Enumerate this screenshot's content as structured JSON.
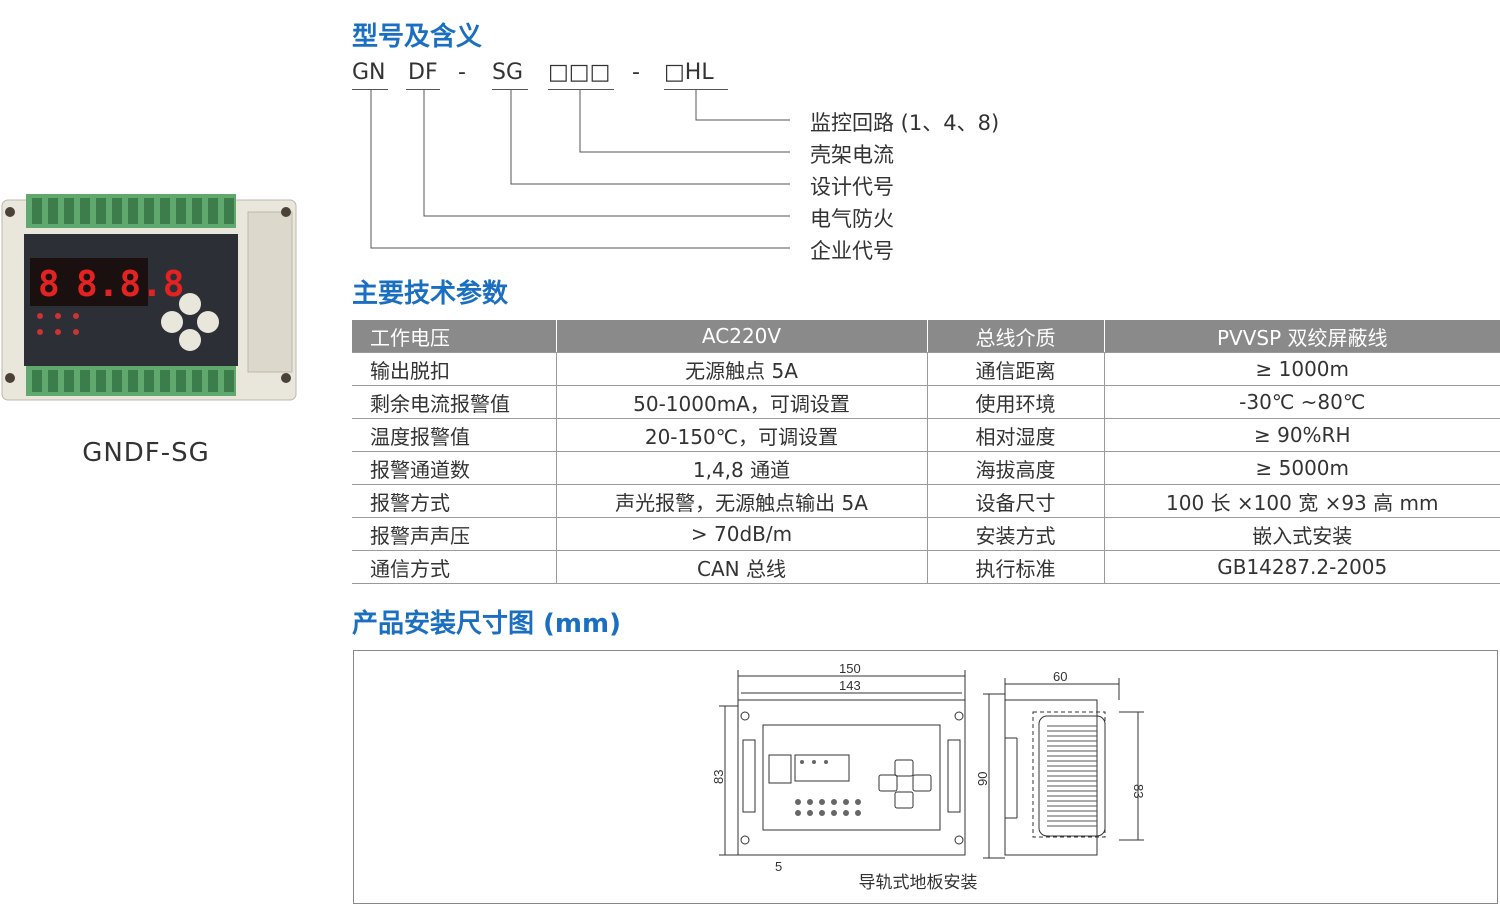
{
  "device": {
    "caption": "GNDF-SG",
    "display_digits": "8.8.8"
  },
  "model_section": {
    "title": "型号及含义",
    "code_segments": [
      "GN",
      "DF",
      "-",
      "SG",
      "□□□",
      "-",
      "□HL"
    ],
    "meanings": [
      "监控回路 (1、4、8)",
      "壳架电流",
      "设计代号",
      "电气防火",
      "企业代号"
    ]
  },
  "params_section": {
    "title": "主要技术参数",
    "rows": [
      [
        "工作电压",
        "AC220V",
        "总线介质",
        "PVVSP 双绞屏蔽线"
      ],
      [
        "输出脱扣",
        "无源触点 5A",
        "通信距离",
        "≥ 1000m"
      ],
      [
        "剩余电流报警值",
        "50-1000mA，可调设置",
        "使用环境",
        "-30℃ ~80℃"
      ],
      [
        "温度报警值",
        "20-150℃，可调设置",
        "相对湿度",
        "≥ 90%RH"
      ],
      [
        "报警通道数",
        "1,4,8 通道",
        "海拔高度",
        "≥ 5000m"
      ],
      [
        "报警方式",
        "声光报警，无源触点输出 5A",
        "设备尺寸",
        "100 长 ×100 宽 ×93 高 mm"
      ],
      [
        "报警声声压",
        "> 70dB/m",
        "安装方式",
        "嵌入式安装"
      ],
      [
        "通信方式",
        "CAN 总线",
        "执行标准",
        "GB14287.2-2005"
      ]
    ]
  },
  "dimension_section": {
    "title": "产品安装尺寸图 (mm)",
    "front_width_outer": "150",
    "front_width_inner": "143",
    "front_height": "83",
    "offset": "5",
    "side_depth": "60",
    "side_height_outer": "90",
    "side_height_inner": "83",
    "caption": "导轨式地板安装"
  }
}
